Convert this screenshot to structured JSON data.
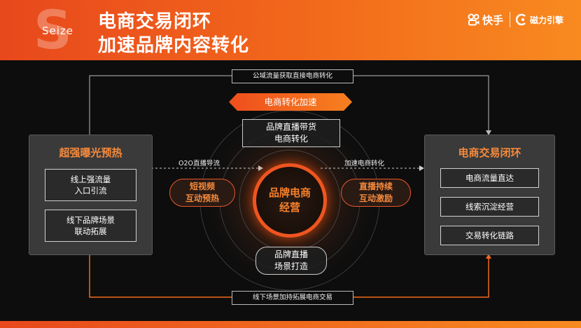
{
  "header": {
    "letter": "S",
    "word": "Seize",
    "title_line1": "电商交易闭环",
    "title_line2": "加速品牌内容转化",
    "logo1": "快手",
    "logo2": "磁力引擎"
  },
  "loop": {
    "top_label": "公域流量获取直接电商转化",
    "bottom_label": "线下场景加持拓展电商交易"
  },
  "left_panel": {
    "title": "超强曝光预热",
    "items": [
      {
        "line1": "线上强流量",
        "line2": "入口引流"
      },
      {
        "line1": "线下品牌场景",
        "line2": "联动拓展"
      }
    ]
  },
  "right_panel": {
    "title": "电商交易闭环",
    "items": [
      "电商流量直达",
      "线索沉淀经营",
      "交易转化链路"
    ]
  },
  "center": {
    "banner": "电商转化加速",
    "top_box": {
      "line1": "品牌直播带货",
      "line2": "电商转化"
    },
    "bottom_box": {
      "line1": "品牌直播",
      "line2": "场景打造"
    },
    "left_pill": {
      "line1": "短视频",
      "line2": "互动预热"
    },
    "right_pill": {
      "line1": "直播持续",
      "line2": "互动激励"
    },
    "core": {
      "line1": "品牌电商",
      "line2": "经营"
    },
    "left_arrow_label": "O2O直播导流",
    "right_arrow_label": "加速电商转化"
  },
  "colors": {
    "accent": "#f26a1b",
    "accent_dark": "#e8481c",
    "orange_text": "#f58a3c",
    "panel": "#3a3a3a"
  }
}
